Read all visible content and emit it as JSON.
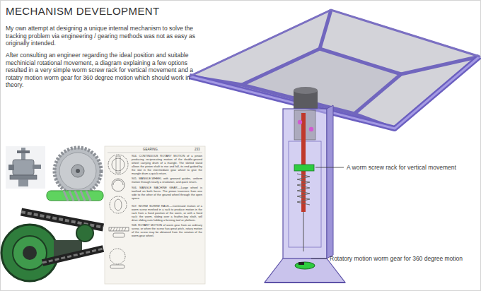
{
  "diagram": {
    "title": "MECHANISM DEVELOPMENT",
    "labels": [
      "My own attempt at designing a unique internal mechanism to solve the tracking problem via engineering / gearing methods was not as easy as originally intended.",
      "After consulting an engineer regarding the ideal position and suitable mechinicial rotational movement, a diagram explaining a few options resulted in a very simple worm screw rack for vertical movement and a rotatry motion worm gear for 360 degree motion which should work in theory.",
      "A worm screw rack for vertical movement",
      "Rotatory motion worm gear for 360 degree motion",
      "GEARING.",
      "233",
      "904. CONTINUOUS ROTARY MOTION of a pinion producing reciprocating motion of the double-geared wheel carrying drum of a mangle. The slotted stand allows the pinion shaft to rise and fall, its end guided by the slot in the intermediate gear wheel to give the mangle drum a quick return.",
      "905. MANGLE-WHEEL with grooved guides, uniform motion through nearly a revolution, and quick return.",
      "906. MANGLE MACHINE GEAR.—Large wheel is toothed on both faces. The pinion traverses from one side to the other of the geared wheel through the open space.",
      "907. WORM SCREW RACK.—Continued motion of a worm screw meshed in a rack to produce motion in the rack from a fixed position of the worm, or with a fixed rack; the worm, sliding over a feather-key shaft, will drive sliding nuts holding a forming tool or platform.",
      "908. ROTARY MOTION of worm gear from an ordinary screw, or when the screw has great pitch, rotary motion of the screw may be obtained from the rotation of the worm-gear wheel."
    ]
  }
}
